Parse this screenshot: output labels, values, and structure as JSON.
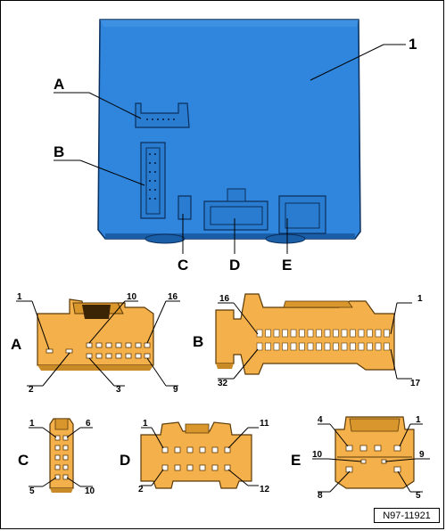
{
  "callouts": {
    "unit": "1",
    "a": "A",
    "b": "B",
    "c": "C",
    "d": "D",
    "e": "E"
  },
  "connector_a": {
    "label": "A",
    "pins": [
      "1",
      "10",
      "16",
      "2",
      "3",
      "9"
    ]
  },
  "connector_b": {
    "label": "B",
    "pins": [
      "16",
      "1",
      "32",
      "17"
    ]
  },
  "connector_c": {
    "label": "C",
    "pins": [
      "1",
      "6",
      "5",
      "10"
    ]
  },
  "connector_d": {
    "label": "D",
    "pins": [
      "1",
      "11",
      "2",
      "12"
    ]
  },
  "connector_e": {
    "label": "E",
    "pins": [
      "4",
      "1",
      "10",
      "9",
      "8",
      "5"
    ]
  },
  "reference": "N97-11921",
  "colors": {
    "unit_blue": "#2f86dc",
    "unit_dark": "#1a5ea8",
    "connector_orange": "#f4b04a",
    "connector_dark": "#c98a28"
  }
}
